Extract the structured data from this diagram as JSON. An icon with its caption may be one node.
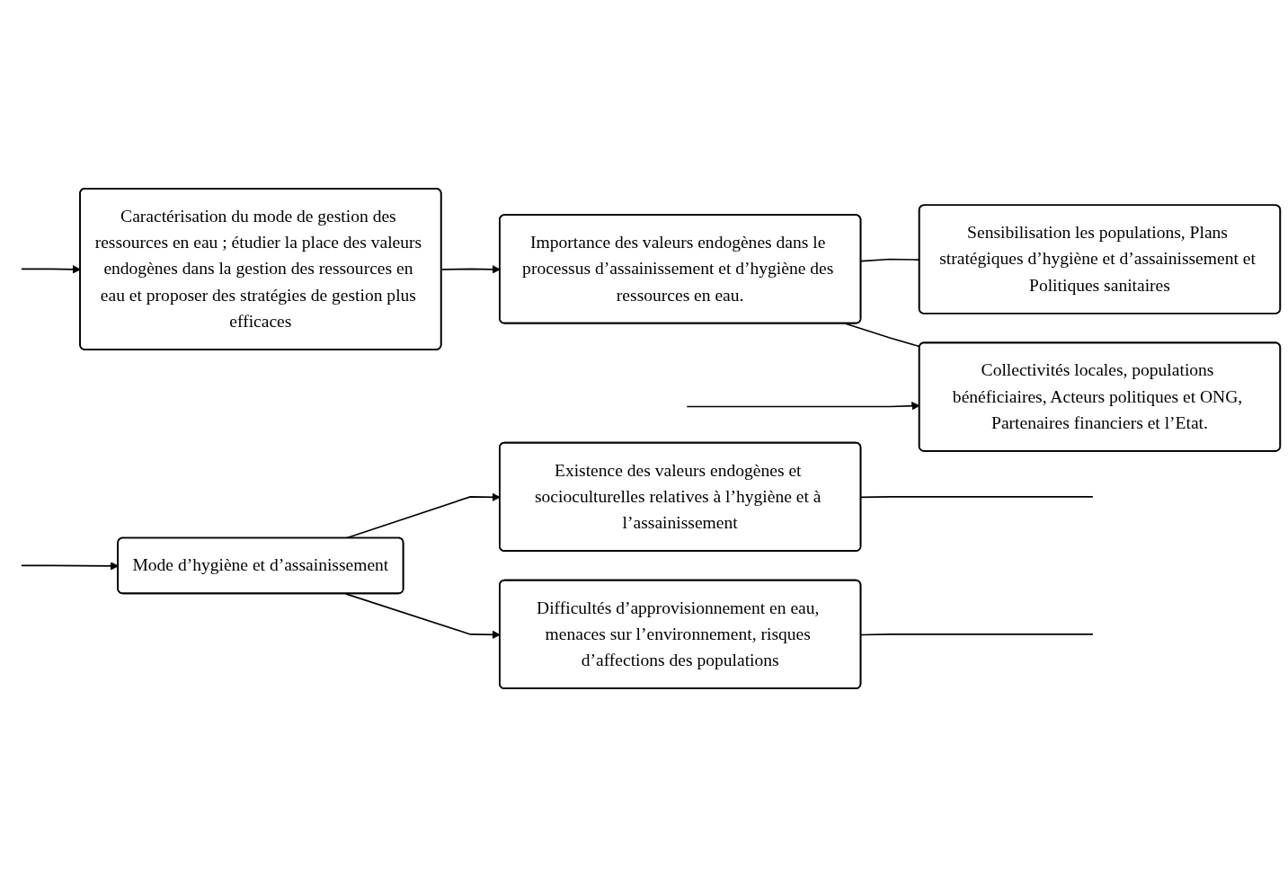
{
  "diagram": {
    "nodes": [
      {
        "text": [
          "Mode d’hygiène et d’assainissement"
        ]
      },
      {
        "text": [
          "Existence des valeurs endogènes et socioculturelles relatives à l’hygiène et à l’assainissement"
        ]
      },
      {
        "text": [
          "Difficultés d’approvisionnement en eau, menaces sur l’environnement, risques d’affections des populations"
        ]
      },
      {
        "text": [
          "Importance des valeurs endogènes dans le processus d’assainissement et d’hygiène des ressources en eau."
        ]
      },
      {
        "text": [
          "Caractérisation du mode de gestion des ressources en eau ; étudier la place des valeurs endogènes dans la gestion des ressources en eau et proposer des stratégies de gestion plus efficaces"
        ]
      },
      {
        "text": [
          "Sensibilisation les populations, Plans stratégiques d’hygiène et d’assainissement et Politiques sanitaires"
        ]
      },
      {
        "text": [
          "Collectivités locales, populations bénéficiaires, Acteurs politiques et ONG, Partenaires financiers et l’Etat."
        ]
      }
    ],
    "edges": [
      {
        "from": 0,
        "to": 1,
        "arrow": "to"
      },
      {
        "from": 0,
        "to": 2,
        "arrow": "to"
      },
      {
        "from": 1,
        "to": null,
        "arrow": "none"
      },
      {
        "from": 2,
        "to": null,
        "arrow": "none"
      },
      {
        "from": null,
        "to": 4,
        "arrow": "to"
      },
      {
        "from": 4,
        "to": 3,
        "arrow": "to"
      },
      {
        "from": 3,
        "to": 5,
        "arrow": "none"
      },
      {
        "from": 3,
        "to": 6,
        "arrow": "none"
      },
      {
        "from": null,
        "to": 6,
        "arrow": "to"
      },
      {
        "from": null,
        "to": 0,
        "arrow": "to"
      }
    ]
  }
}
